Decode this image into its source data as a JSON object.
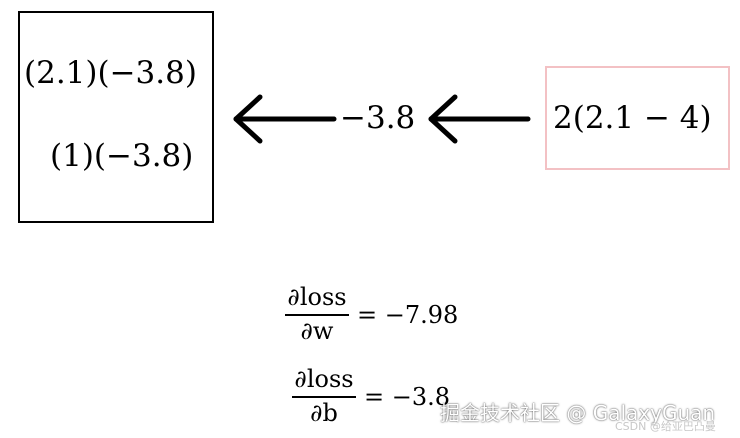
{
  "diagram": {
    "left_box": {
      "line1": "(2.1)(−3.8)",
      "line2": "(1)(−3.8)"
    },
    "middle_value": "−3.8",
    "right_box": {
      "expression": "2(2.1 − 4)",
      "border_color": "#f3c1c4"
    },
    "arrows": [
      "left-arrow",
      "left-arrow"
    ]
  },
  "gradients": [
    {
      "numerator": "∂loss",
      "denominator": "∂w",
      "value": "= −7.98"
    },
    {
      "numerator": "∂loss",
      "denominator": "∂b",
      "value": "= −3.8"
    }
  ],
  "watermark": {
    "main": "掘金技术社区 @ GalaxyGuan",
    "sub": "CSDN @给亚巴凸曼"
  }
}
